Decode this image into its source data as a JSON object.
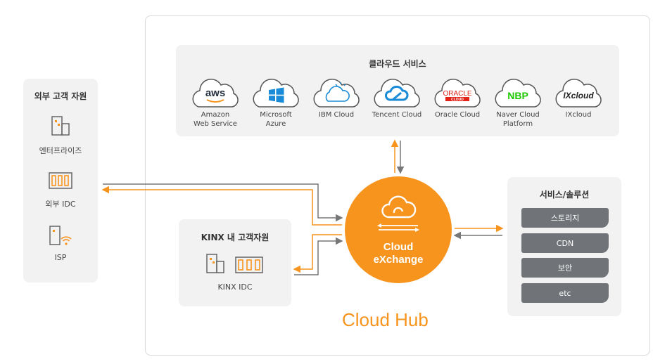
{
  "cloud_services": {
    "title": "클라우드 서비스",
    "items": [
      {
        "logo": "aws",
        "label1": "Amazon",
        "label2": "Web Service",
        "icon": "aws-logo"
      },
      {
        "logo": "",
        "label1": "Microsoft",
        "label2": "Azure",
        "icon": "windows-logo"
      },
      {
        "logo": "",
        "label1": "IBM Cloud",
        "label2": "",
        "icon": "ibm-logo"
      },
      {
        "logo": "",
        "label1": "Tencent Cloud",
        "label2": "",
        "icon": "tencent-logo"
      },
      {
        "logo": "ORACLE",
        "logo_sub": "CLOUD",
        "label1": "Oracle Cloud",
        "label2": "",
        "icon": "oracle-logo"
      },
      {
        "logo": "NBP",
        "label1": "Naver Cloud",
        "label2": "Platform",
        "icon": "nbp-logo"
      },
      {
        "logo": "IXcloud",
        "label1": "IXcloud",
        "label2": "",
        "icon": "ixcloud-logo"
      }
    ]
  },
  "external": {
    "title": "외부 고객 자원",
    "items": [
      {
        "label": "엔터프라이즈",
        "icon": "building-icon"
      },
      {
        "label": "외부 IDC",
        "icon": "server-rack-icon"
      },
      {
        "label": "ISP",
        "icon": "wifi-building-icon"
      }
    ]
  },
  "kinx": {
    "title": "KINX 내 고객자원",
    "label": "KINX IDC"
  },
  "hub": {
    "line1": "Cloud",
    "line2": "eXchange",
    "title": "Cloud Hub"
  },
  "services": {
    "title": "서비스/솔루션",
    "items": [
      "스토리지",
      "CDN",
      "보안",
      "etc"
    ]
  },
  "colors": {
    "orange": "#f7941d",
    "gray": "#777777",
    "panel": "#f2f2f2",
    "button": "#707377"
  }
}
